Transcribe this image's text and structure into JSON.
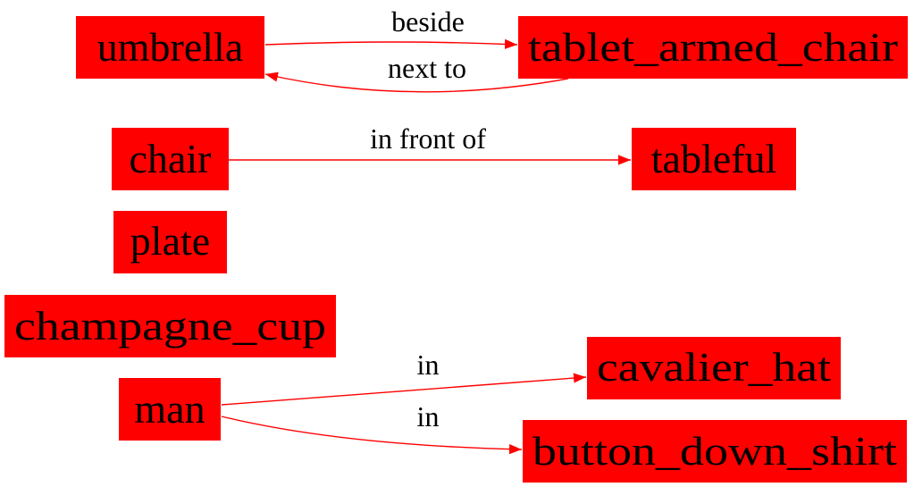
{
  "colors": {
    "node_fill": "#ff0000",
    "edge_stroke": "#ff0000",
    "text": "#000000",
    "background": "#ffffff"
  },
  "nodes": [
    {
      "id": "umbrella",
      "label": "umbrella"
    },
    {
      "id": "tablet_armed_chair",
      "label": "tablet_armed_chair"
    },
    {
      "id": "chair",
      "label": "chair"
    },
    {
      "id": "tableful",
      "label": "tableful"
    },
    {
      "id": "plate",
      "label": "plate"
    },
    {
      "id": "champagne_cup",
      "label": "champagne_cup"
    },
    {
      "id": "man",
      "label": "man"
    },
    {
      "id": "cavalier_hat",
      "label": "cavalier_hat"
    },
    {
      "id": "button_down_shirt",
      "label": "button_down_shirt"
    }
  ],
  "edges": [
    {
      "id": "umbrella-tablet_armed_chair",
      "source": "umbrella",
      "target": "tablet_armed_chair",
      "label": "beside"
    },
    {
      "id": "tablet_armed_chair-umbrella",
      "source": "tablet_armed_chair",
      "target": "umbrella",
      "label": "next to"
    },
    {
      "id": "chair-tableful",
      "source": "chair",
      "target": "tableful",
      "label": "in front of"
    },
    {
      "id": "man-cavalier_hat",
      "source": "man",
      "target": "cavalier_hat",
      "label": "in"
    },
    {
      "id": "man-button_down_shirt",
      "source": "man",
      "target": "button_down_shirt",
      "label": "in"
    }
  ]
}
